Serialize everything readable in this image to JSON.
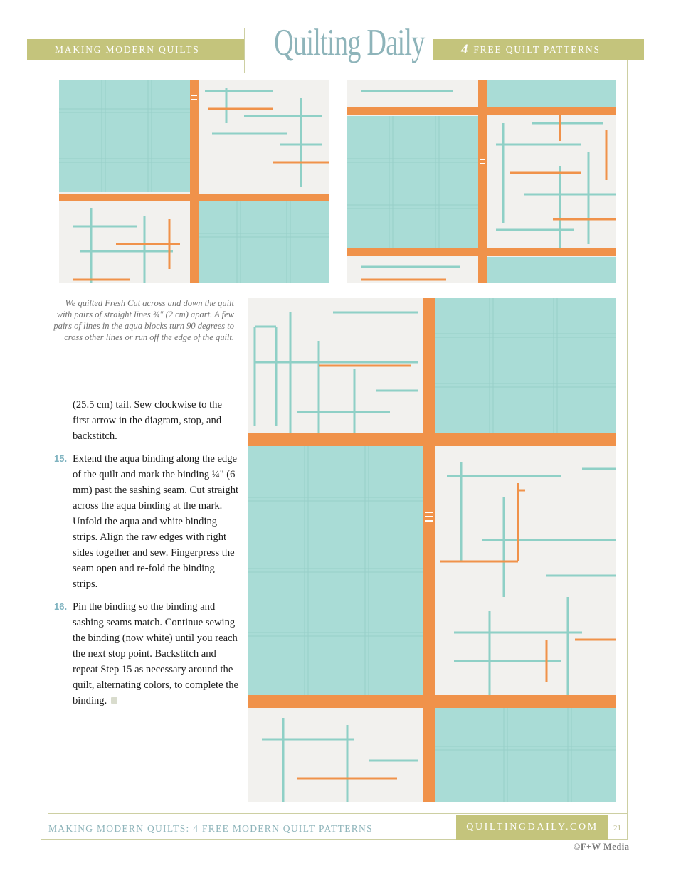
{
  "header": {
    "left_label": "MAKING MODERN QUILTS",
    "logo_text": "Quilting Daily",
    "right_number": "4",
    "right_label": "FREE QUILT PATTERNS"
  },
  "photos": [
    {
      "name": "quilt-photo-top-left"
    },
    {
      "name": "quilt-photo-top-right"
    },
    {
      "name": "quilt-photo-large"
    }
  ],
  "caption": "We quilted Fresh Cut across and down the quilt with pairs of straight lines ¾\" (2 cm) apart. A few pairs of lines in the aqua blocks turn 90 degrees to cross other lines or run off the edge of the quilt.",
  "body": {
    "intro": "(25.5 cm) tail. Sew clockwise to the first arrow in the diagram, stop, and backstitch.",
    "steps": [
      {
        "number": "15.",
        "text": "Extend the aqua binding along the edge of the quilt and mark the binding ¼\" (6 mm) past the sashing seam. Cut straight across the aqua binding at the mark. Unfold the aqua and white binding strips. Align the raw edges with right sides together and sew. Fingerpress the seam open and re-fold the binding strips."
      },
      {
        "number": "16.",
        "text": "Pin the binding so the binding and sashing seams match. Continue sewing the binding (now white) until you reach the next stop point. Backstitch and repeat Step 15 as necessary around the quilt, alternating colors, to complete the binding."
      }
    ]
  },
  "footer": {
    "left": "MAKING MODERN QUILTS: 4 FREE MODERN QUILT PATTERNS",
    "right": "QUILTINGDAILY.COM",
    "page_number": "21",
    "copyright": "©F+W Media"
  },
  "colors": {
    "band": "#c4c47c",
    "logo": "#8eb4ba",
    "aqua": "#a9dcd6",
    "orange": "#f0924a",
    "white_fabric": "#f2f1ee"
  }
}
